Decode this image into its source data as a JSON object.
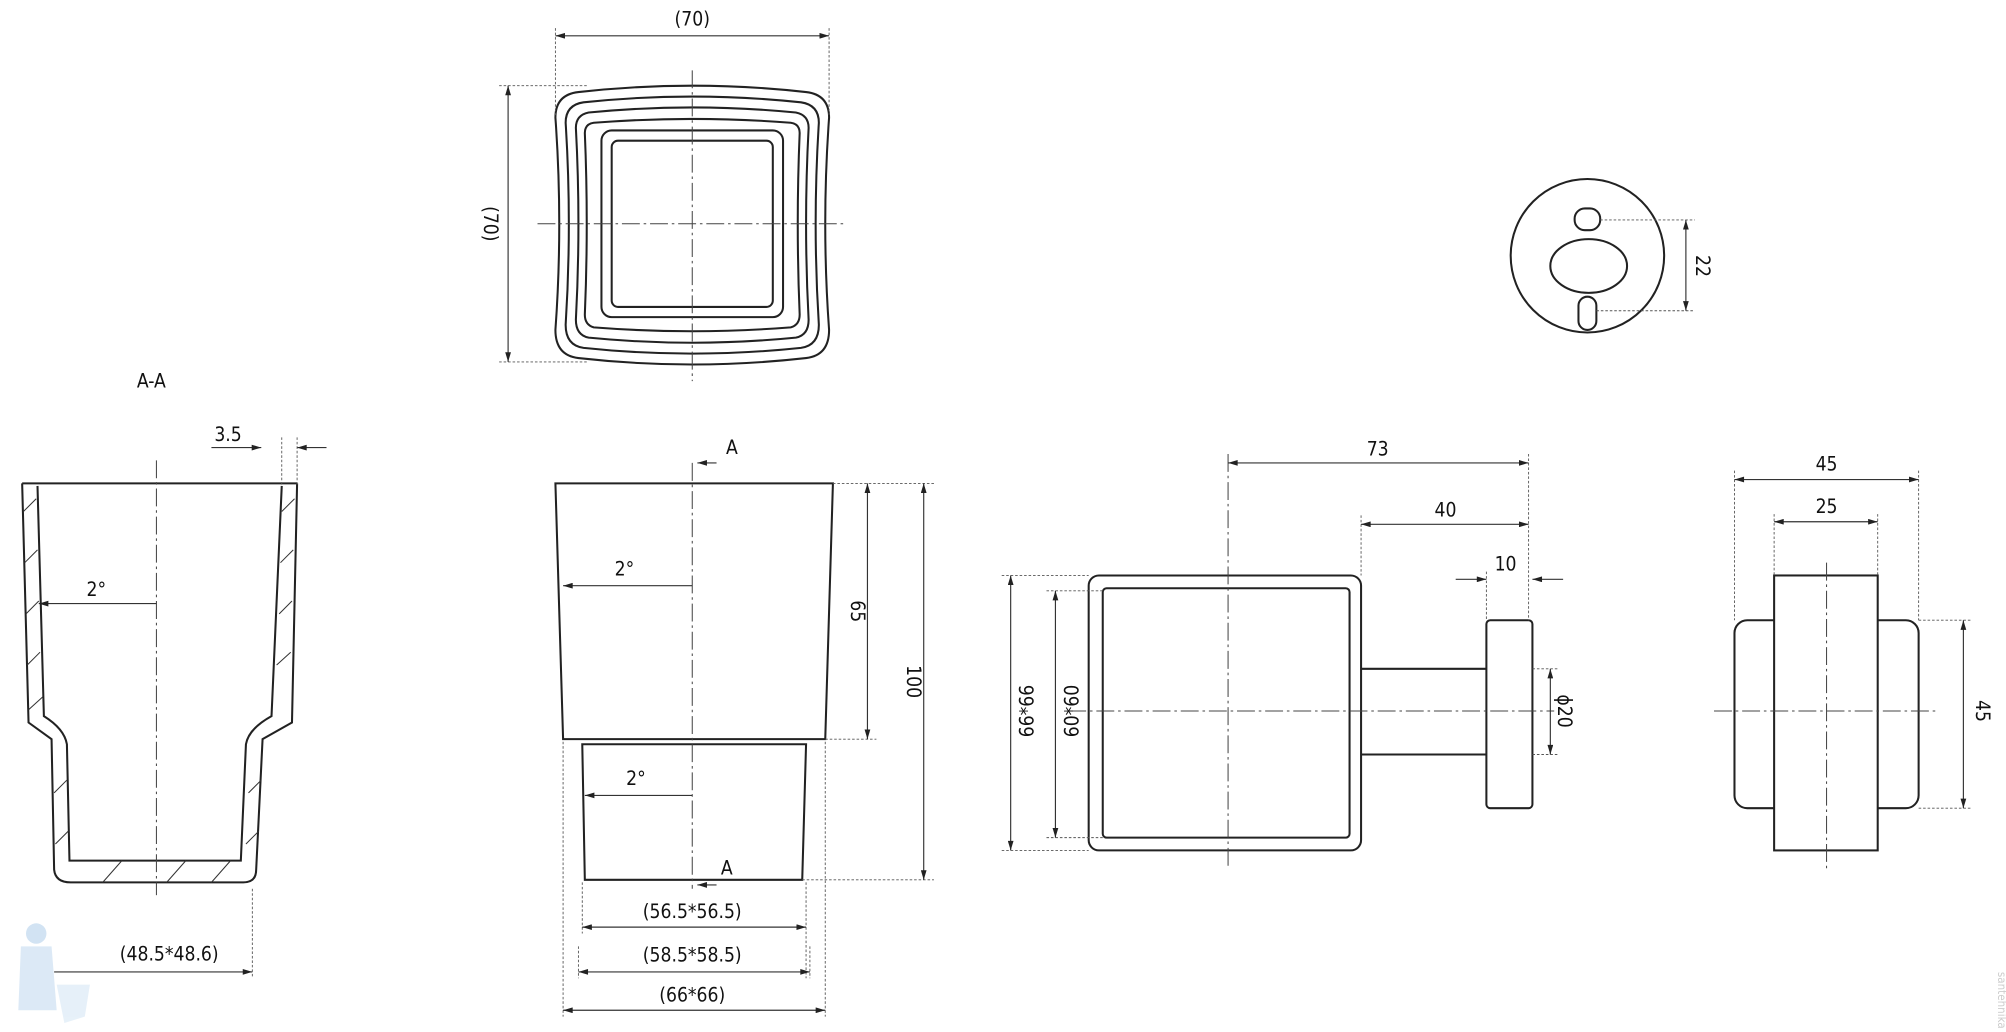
{
  "top_view": {
    "width_label": "(70)",
    "height_label": "(70)"
  },
  "section": {
    "title": "A-A",
    "wall_label": "3.5",
    "angle_label": "2°",
    "bottom_label": "(48.5*48.6)"
  },
  "front_view": {
    "section_marker_top": "A",
    "section_marker_bottom": "A",
    "upper_angle_label": "2°",
    "lower_angle_label": "2°",
    "upper_height_label": "65",
    "total_height_label": "100",
    "bottom_inner_label": "(56.5*56.5)",
    "bottom_outer_label": "(58.5*58.5)",
    "top_label": "(66*66)"
  },
  "wall_plate": {
    "hole_spacing_label": "22"
  },
  "side_view": {
    "depth_label": "73",
    "arm_label": "40",
    "plate_label": "10",
    "outer_label": "66*66",
    "inner_label": "60*60",
    "rod_label": "ϕ20"
  },
  "end_view": {
    "width_label": "45",
    "inner_width_label": "25",
    "height_label": "45"
  },
  "watermark": {
    "text": "santehnika"
  }
}
